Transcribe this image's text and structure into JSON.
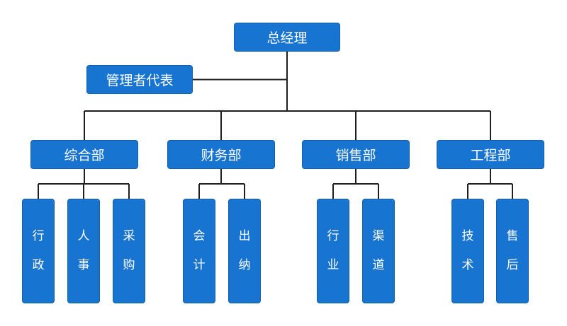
{
  "colors": {
    "box": "#1874d1",
    "box_border": "#155fa8",
    "line": "#1f1f1f",
    "text": "#ffffff"
  },
  "root": "总经理",
  "side": "管理者代表",
  "departments": [
    {
      "name": "综合部",
      "units": [
        "行政",
        "人事",
        "采购"
      ]
    },
    {
      "name": "财务部",
      "units": [
        "会计",
        "出纳"
      ]
    },
    {
      "name": "销售部",
      "units": [
        "行业",
        "渠道"
      ]
    },
    {
      "name": "工程部",
      "units": [
        "技术",
        "售后"
      ]
    }
  ]
}
